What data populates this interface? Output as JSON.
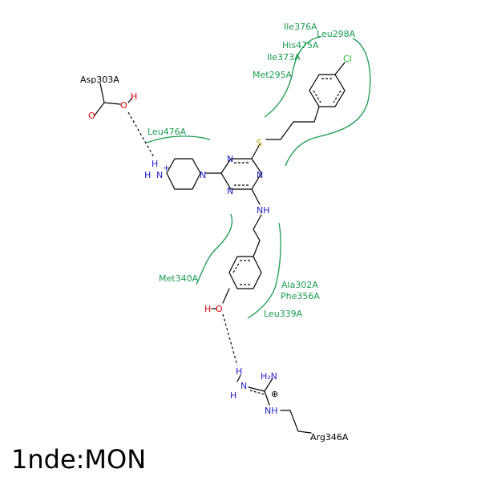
{
  "title": "1nde:MON",
  "residues": {
    "ile376": "Ile376A",
    "leu298": "Leu298A",
    "his475": "His475A",
    "ile373": "Ile373A",
    "met295": "Met295A",
    "leu476": "Leu476A",
    "met340": "Met340A",
    "ala302": "Ala302A",
    "phe356": "Phe356A",
    "leu339": "Leu339A",
    "asp303": "Asp303A",
    "arg346": "Arg346A"
  },
  "atoms": {
    "cl": "Cl",
    "s": "S",
    "n": "N",
    "nh": "NH",
    "h": "H",
    "o": "O",
    "nplus": "N",
    "h2n": "H₂N",
    "charge_plus": "+",
    "charge_circle": "⊕"
  },
  "colors": {
    "nitrogen": "#2222cc",
    "oxygen": "#dd0000",
    "sulfur": "#c8a000",
    "chlorine": "#22bb22",
    "residue": "#1a9a50"
  }
}
